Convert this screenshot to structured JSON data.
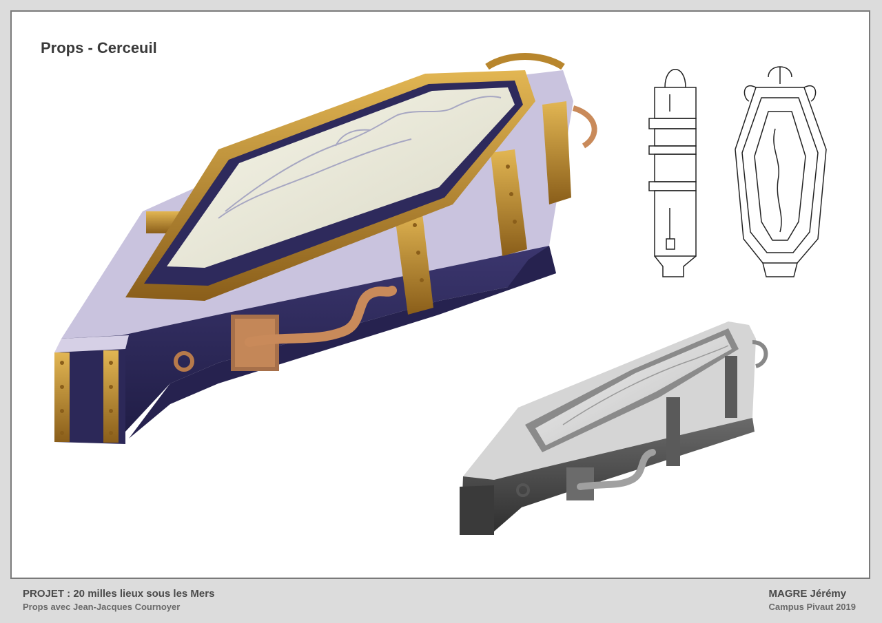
{
  "sheet": {
    "title": "Props - Cerceuil"
  },
  "footer": {
    "project_line": "PROJET : 20 milles lieux sous les Mers",
    "subtitle_line": "Props avec Jean-Jacques Cournoyer",
    "author_name": "MAGRE Jérémy",
    "school_line": "Campus Pivaut 2019"
  },
  "colors": {
    "background_frame": "#dcdcdc",
    "sheet": "#ffffff",
    "coffin_body": "#2e2a5c",
    "coffin_trim": "#b8862d",
    "coffin_lid": "#ecebdc",
    "coffin_handle": "#c98a5a"
  }
}
